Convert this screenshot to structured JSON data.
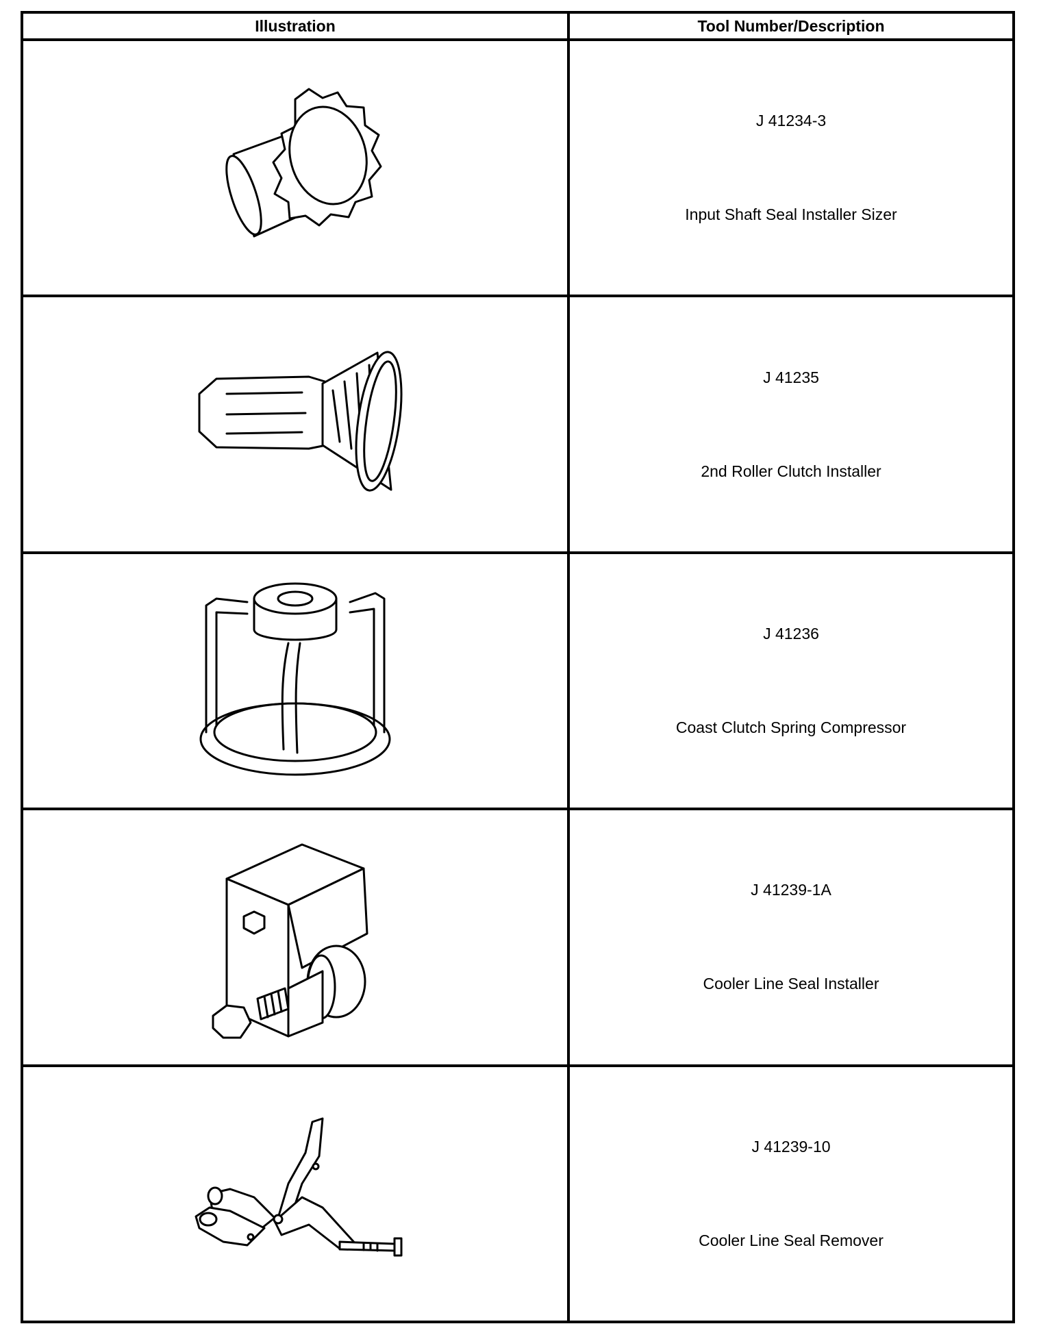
{
  "table": {
    "headers": {
      "illustration": "Illustration",
      "tool": "Tool Number/Description"
    },
    "rows": [
      {
        "number": "J 41234-3",
        "description": "Input Shaft Seal Installer Sizer",
        "icon": "seal-installer-sizer-icon"
      },
      {
        "number": "J 41235",
        "description": "2nd Roller Clutch Installer",
        "icon": "roller-clutch-installer-icon"
      },
      {
        "number": "J 41236",
        "description": "Coast Clutch Spring Compressor",
        "icon": "spring-compressor-icon"
      },
      {
        "number": "J 41239-1A",
        "description": "Cooler Line Seal Installer",
        "icon": "cooler-line-seal-installer-icon"
      },
      {
        "number": "J 41239-10",
        "description": "Cooler Line Seal Remover",
        "icon": "cooler-line-seal-remover-icon"
      }
    ]
  }
}
